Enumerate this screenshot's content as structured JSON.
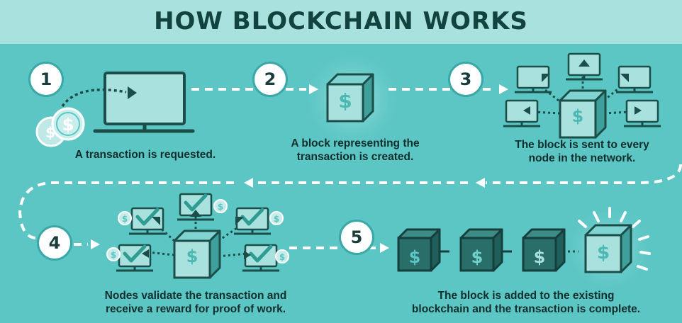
{
  "title": "HOW BLOCKCHAIN WORKS",
  "steps": [
    {
      "number": "1",
      "caption": "A transaction is requested."
    },
    {
      "number": "2",
      "caption_line1": "A block representing the",
      "caption_line2": "transaction is created."
    },
    {
      "number": "3",
      "caption_line1": "The block is sent to every",
      "caption_line2": "node in the network."
    },
    {
      "number": "4",
      "caption_line1": "Nodes validate the transaction and",
      "caption_line2": "receive a reward for proof of work."
    },
    {
      "number": "5",
      "caption_line1": "The block is added to the existing",
      "caption_line2": "blockchain and the transaction is complete."
    }
  ],
  "symbols": {
    "currency": "$"
  },
  "colors": {
    "background": "#5cc6c4",
    "header": "#a9e1df",
    "dark": "#1b4d49",
    "light_fill": "#a9e1df",
    "dark_block": "#2a6e69",
    "check": "#2f9c92",
    "arrow": "#ffffff"
  },
  "icons": [
    "monitor-icon",
    "coins-icon",
    "block-icon",
    "node-computer-icon",
    "checkmark-icon",
    "chain-block-icon"
  ]
}
